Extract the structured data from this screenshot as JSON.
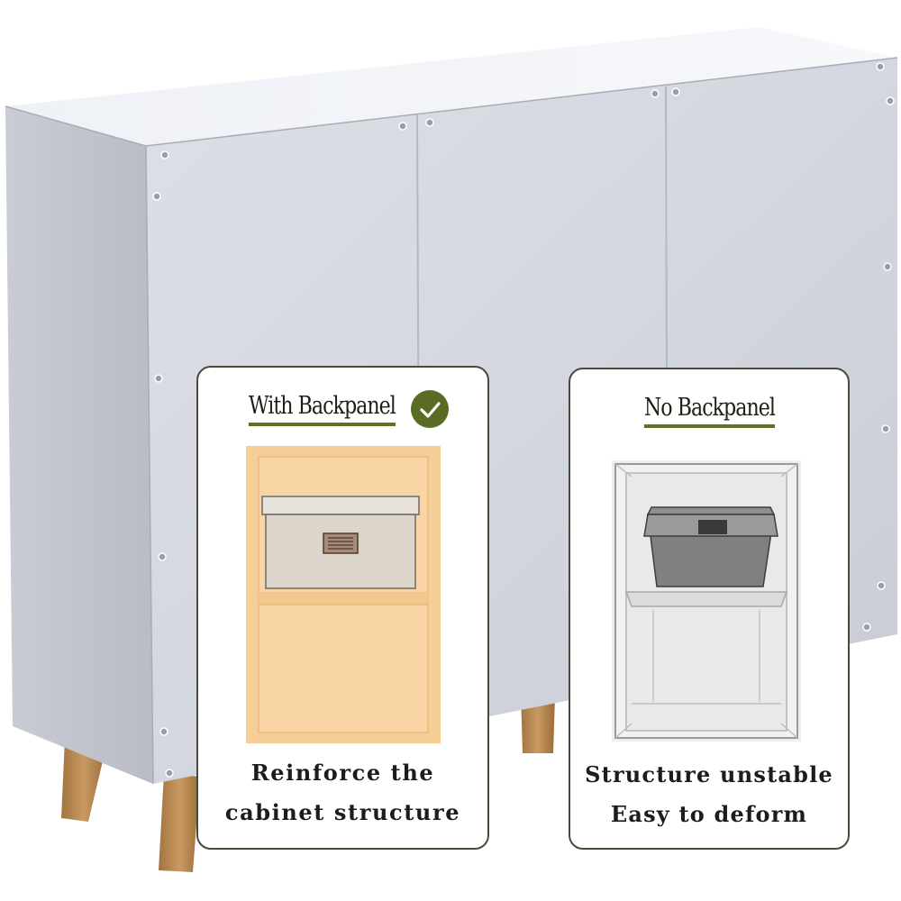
{
  "panels": {
    "with_backpanel": {
      "title": "With Backpanel",
      "badge_icon": "checkmark-circle-icon",
      "caption_lines": [
        "Reinforce the",
        "cabinet structure"
      ]
    },
    "no_backpanel": {
      "title": "No Backpanel",
      "caption_lines": [
        "Structure unstable",
        "Easy to deform"
      ]
    }
  },
  "colors": {
    "accent_green": "#5a6b23",
    "title_underline": "#5e7226",
    "cabinet_white": "#d9dde6",
    "wood_leg": "#b98a52",
    "backpanel_wood": "#f4cc96"
  }
}
